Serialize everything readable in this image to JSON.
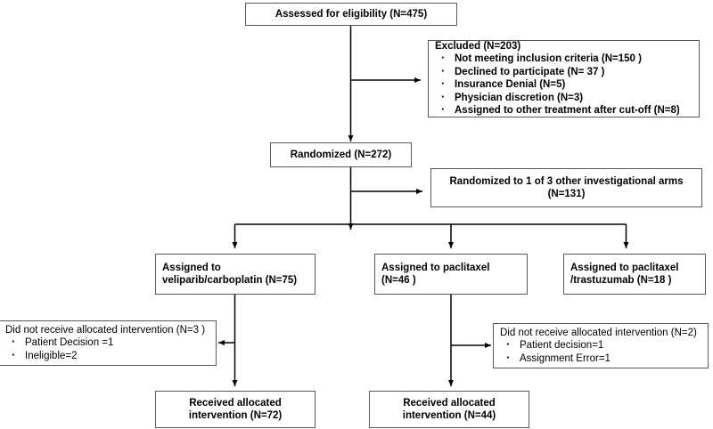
{
  "diagram": {
    "type": "consort-flow-diagram",
    "colors": {
      "border": "#55585c",
      "text": "#000000",
      "background": "#ffffff",
      "connector": "#000000"
    }
  },
  "nodes": {
    "assessed": {
      "label": "Assessed for eligibility (N=475)"
    },
    "excluded": {
      "title": "Excluded (N=203)",
      "items": [
        "Not meeting inclusion criteria (N=150  )",
        "Declined to participate (N= 37 )",
        "Insurance Denial (N=5)",
        "Physician discretion (N=3)",
        "Assigned to other treatment after cut-off (N=8)"
      ]
    },
    "randomized": {
      "label": "Randomized (N=272)"
    },
    "other_arms": {
      "label": "Randomized to 1 of 3 other investigational arms\n(N=131)"
    },
    "arm_veliparib": {
      "label": "Assigned to\nveliparib/carboplatin (N=75)"
    },
    "arm_paclitaxel": {
      "label": "Assigned to paclitaxel\n(N=46 )"
    },
    "arm_trastuzumab": {
      "label": "Assigned to paclitaxel\n/trastuzumab (N=18 )"
    },
    "not_received_left": {
      "title": "Did not receive allocated intervention  (N=3 )",
      "items": [
        "Patient Decision =1",
        "Ineligible=2"
      ]
    },
    "not_received_right": {
      "title": "Did not receive allocated intervention (N=2)",
      "items": [
        "Patient decision=1",
        "Assignment Error=1"
      ]
    },
    "received_left": {
      "label": "Received allocated\nintervention (N=72)"
    },
    "received_right": {
      "label": "Received allocated\nintervention (N=44)"
    }
  }
}
